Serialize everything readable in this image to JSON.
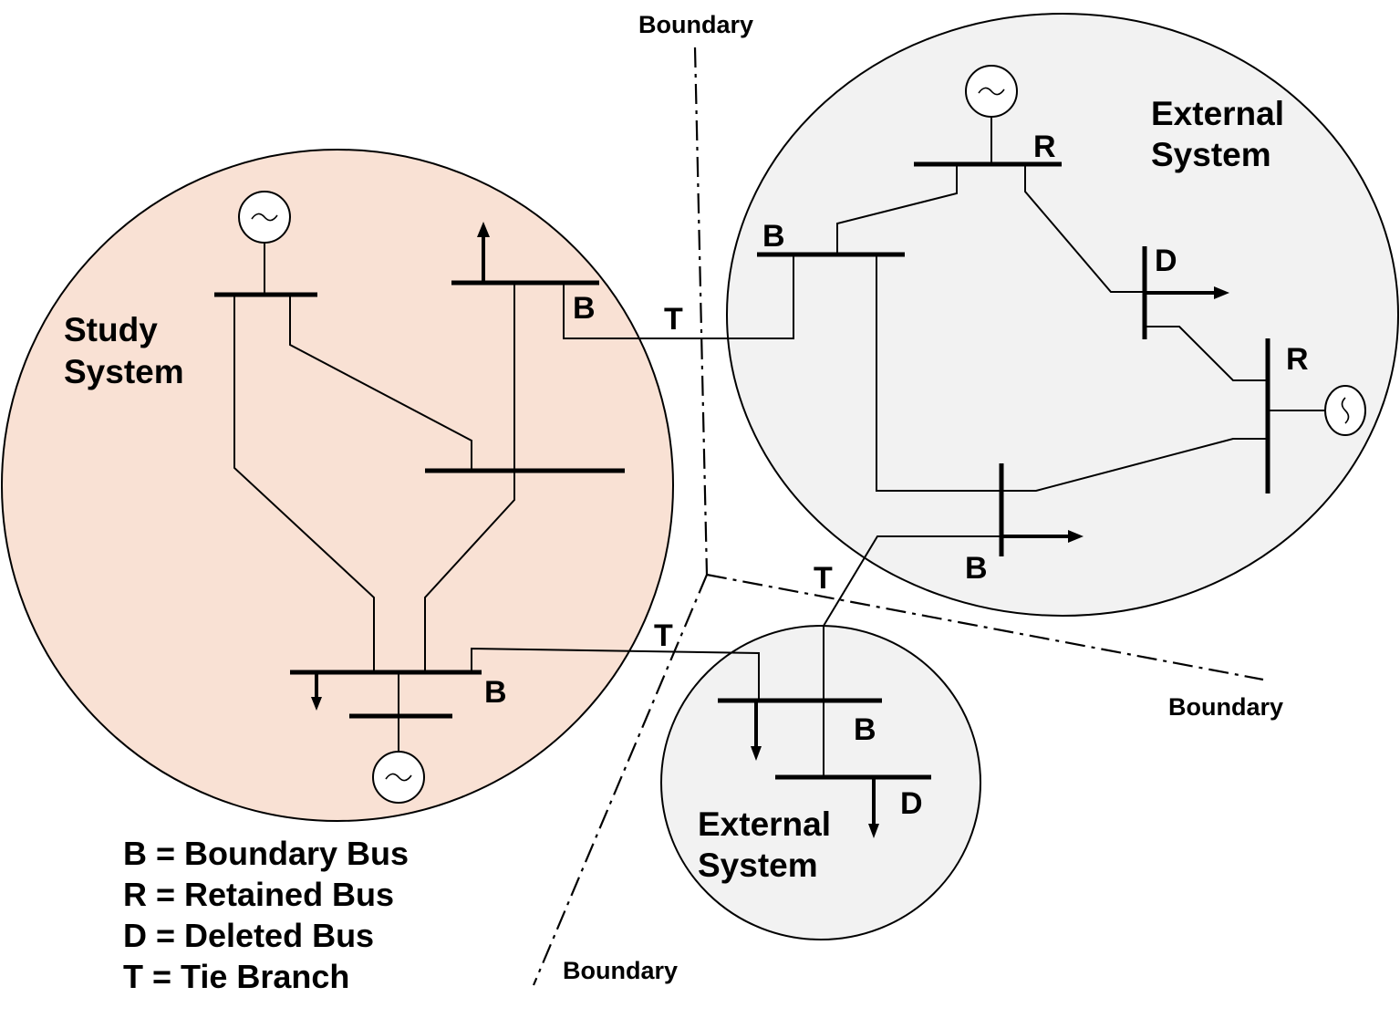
{
  "regions": {
    "study": "Study System",
    "external_top": "External System",
    "external_bottom": "External System"
  },
  "boundary_label": "Boundary",
  "markers": {
    "boundary_bus": "B",
    "retained_bus": "R",
    "deleted_bus": "D",
    "tie_branch": "T"
  },
  "legend": [
    "B = Boundary Bus",
    "R = Retained Bus",
    "D = Deleted Bus",
    "T = Tie Branch"
  ],
  "colors": {
    "study_fill": "#f9e1d4",
    "external_fill": "#f2f2f2",
    "line": "#000000",
    "background": "#ffffff"
  }
}
